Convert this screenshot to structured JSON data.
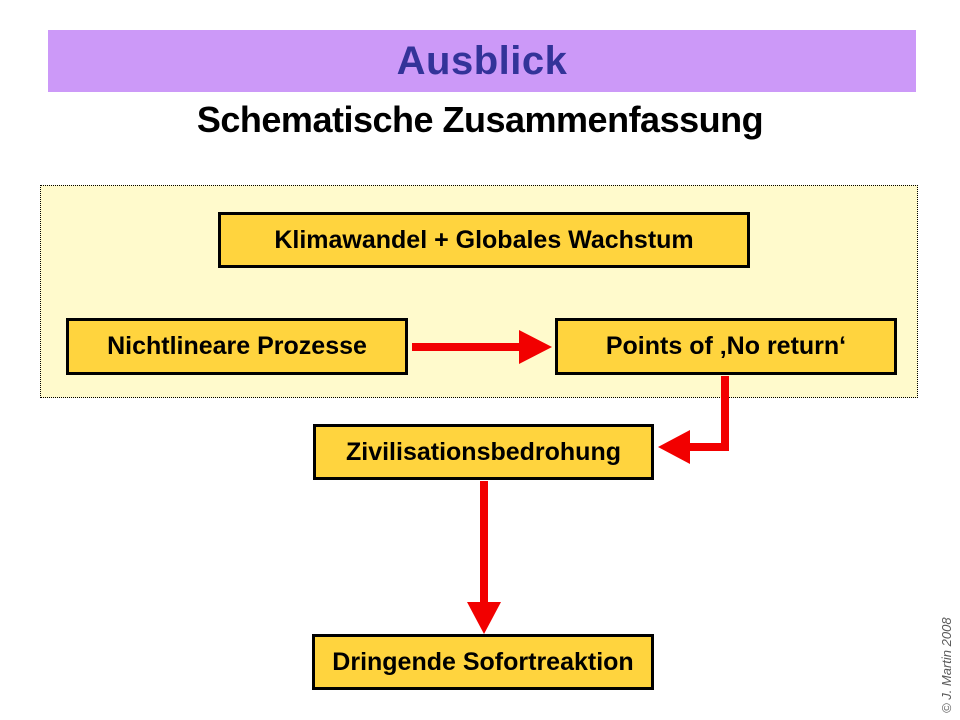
{
  "slide": {
    "title": "Ausblick",
    "subtitle": "Schematische Zusammenfassung",
    "copyright": "© J. Martin 2008"
  },
  "diagram": {
    "nodes": [
      {
        "id": "klimawandel",
        "label": "Klimawandel + Globales Wachstum"
      },
      {
        "id": "nichtlineare-prozesse",
        "label": "Nichtlineare Prozesse"
      },
      {
        "id": "points-of-no-return",
        "label": "Points of ‚No return‘"
      },
      {
        "id": "zivilisationsbedrohung",
        "label": "Zivilisationsbedrohung"
      },
      {
        "id": "dringende-sofortreaktion",
        "label": "Dringende Sofortreaktion"
      }
    ],
    "edges": [
      {
        "from": "nichtlineare-prozesse",
        "to": "points-of-no-return",
        "shape": "straight-right"
      },
      {
        "from": "points-of-no-return",
        "to": "zivilisationsbedrohung",
        "shape": "down-then-left-elbow"
      },
      {
        "from": "zivilisationsbedrohung",
        "to": "dringende-sofortreaktion",
        "shape": "straight-down"
      }
    ]
  },
  "colors": {
    "header_background": "#cc99f8",
    "title_text": "#333399",
    "subtitle_text": "#000000",
    "node_background": "#ffd43e",
    "node_border": "#000000",
    "panel_background": "#fffacc",
    "panel_border": "#000000",
    "arrow_red": "#f20000",
    "copyright_text": "#595959"
  }
}
